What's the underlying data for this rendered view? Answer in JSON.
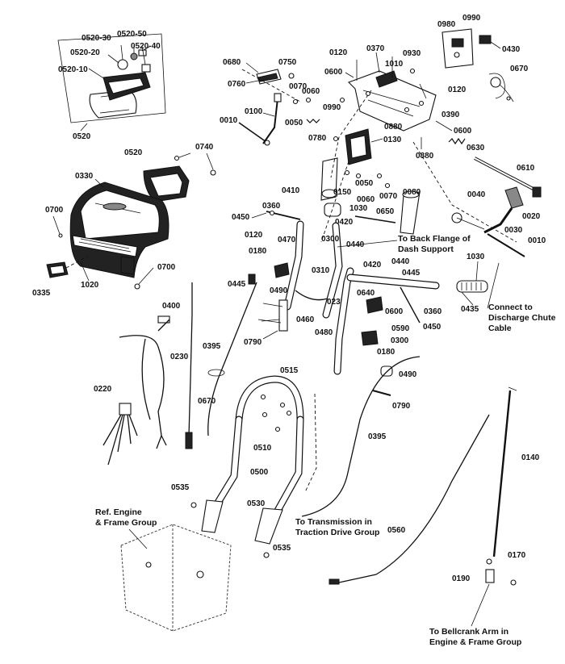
{
  "labels": {
    "p0520_30": "0520-30",
    "p0520_50": "0520-50",
    "p0520_20": "0520-20",
    "p0520_40": "0520-40",
    "p0520_10": "0520-10",
    "p0520_top": "0520",
    "p0520_mid": "0520",
    "p0740": "0740",
    "p0330": "0330",
    "p0700_a": "0700",
    "p0700_b": "0700",
    "p0335": "0335",
    "p1020": "1020",
    "p0680": "0680",
    "p0750": "0750",
    "p0760": "0760",
    "p0070_a": "0070",
    "p0060_a": "0060",
    "p0100": "0100",
    "p0010_a": "0010",
    "p0050_a": "0050",
    "p0990_a": "0990",
    "p0120_a": "0120",
    "p0370": "0370",
    "p1010": "1010",
    "p0930": "0930",
    "p0600_a": "0600",
    "p0980": "0980",
    "p0990_b": "0990",
    "p0430": "0430",
    "p0670_a": "0670",
    "p0120_b": "0120",
    "p0390": "0390",
    "p0880_a": "0880",
    "p0600_b": "0600",
    "p0780": "0780",
    "p0130": "0130",
    "p0880_b": "0880",
    "p0630": "0630",
    "p0610": "0610",
    "p0410": "0410",
    "p0150": "0150",
    "p0050_b": "0050",
    "p0060_b": "0060",
    "p0070_b": "0070",
    "p0080": "0080",
    "p0040": "0040",
    "p0020": "0020",
    "p1030_a": "1030",
    "p0360_a": "0360",
    "p0420_a": "0420",
    "p0650": "0650",
    "p0450_a": "0450",
    "p0030": "0030",
    "p0010_b": "0010",
    "p0120_c": "0120",
    "p0470": "0470",
    "p0300_a": "0300",
    "p0440_a": "0440",
    "p0180_a": "0180",
    "p0310": "0310",
    "p0445_a": "0445",
    "p0490_a": "0490",
    "p0235": "0235",
    "p0400": "0400",
    "p0460": "0460",
    "p0420_b": "0420",
    "p0440_b": "0440",
    "p0445_b": "0445",
    "p1030_b": "1030",
    "p0640": "0640",
    "p0600_c": "0600",
    "p0360_b": "0360",
    "p0435": "0435",
    "p0590": "0590",
    "p0450_b": "0450",
    "p0300_b": "0300",
    "p0480": "0480",
    "p0180_b": "0180",
    "p0790_a": "0790",
    "p0395_a": "0395",
    "p0230": "0230",
    "p0515": "0515",
    "p0490_b": "0490",
    "p0220": "0220",
    "p0670_b": "0670",
    "p0790_b": "0790",
    "p0510": "0510",
    "p0395_b": "0395",
    "p0140": "0140",
    "p0500": "0500",
    "p0535_a": "0535",
    "p0530": "0530",
    "p0560": "0560",
    "p0535_b": "0535",
    "p0170": "0170",
    "p0190": "0190"
  },
  "notes": {
    "back_flange_1": "To Back Flange of",
    "back_flange_2": "Dash Support",
    "discharge_1": "Connect to",
    "discharge_2": "Discharge Chute",
    "discharge_3": "Cable",
    "ref_engine_1": "Ref. Engine",
    "ref_engine_2": "& Frame Group",
    "transmission_1": "To Transmission in",
    "transmission_2": "Traction Drive Group",
    "bellcrank_1": "To Bellcrank Arm in",
    "bellcrank_2": "Engine & Frame Group"
  }
}
